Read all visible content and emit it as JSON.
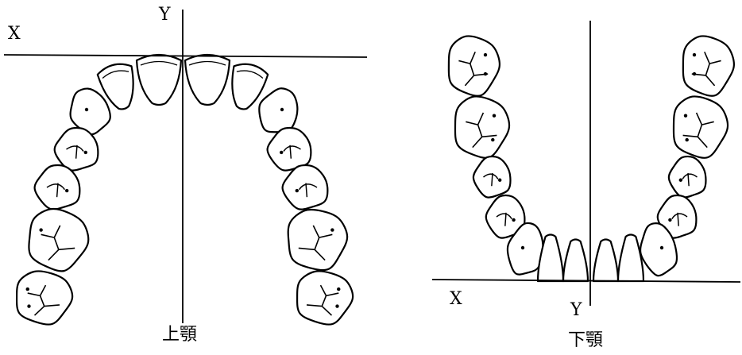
{
  "upper_jaw": {
    "caption": "上顎",
    "x_axis_label": "X",
    "y_axis_label": "Y"
  },
  "lower_jaw": {
    "caption": "下顎",
    "x_axis_label": "X",
    "y_axis_label": "Y"
  },
  "colors": {
    "ink": "#000000",
    "background": "#ffffff"
  }
}
